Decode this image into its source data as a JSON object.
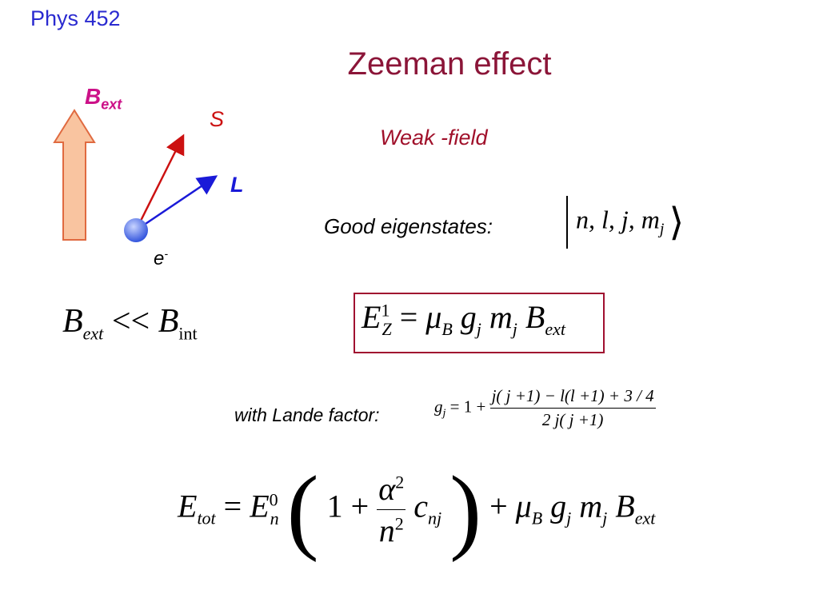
{
  "header": {
    "course": "Phys 452",
    "title": "Zeeman effect",
    "regime": "Weak -field"
  },
  "diagram": {
    "field_label": "B",
    "field_label_sub": "ext",
    "spin_label": "S",
    "orbital_label": "L",
    "electron_label": "e",
    "electron_charge": "-",
    "colors": {
      "field_arrow_fill": "#f9c4a0",
      "field_arrow_stroke": "#e06a40",
      "field_label": "#cc1188",
      "spin": "#cc1111",
      "orbital": "#1a1ad8",
      "electron": "#5577ee"
    }
  },
  "eigenstates": {
    "label": "Good eigenstates:",
    "ket_content": "n, l, j, m",
    "ket_sub": "j"
  },
  "condition": {
    "lhs": "B",
    "lhs_sub": "ext",
    "relation": "<<",
    "rhs": "B",
    "rhs_sub": "int"
  },
  "zeeman_energy": {
    "E": "E",
    "sub": "Z",
    "sup": "1",
    "rhs_mu": "μ",
    "rhs_mu_sub": "B",
    "rhs_g": "g",
    "rhs_g_sub": "j",
    "rhs_m": "m",
    "rhs_m_sub": "j",
    "rhs_B": "B",
    "rhs_B_sub": "ext"
  },
  "lande": {
    "label": "with Lande factor:",
    "lhs": "g",
    "lhs_sub": "j",
    "lead": "= 1 +",
    "numerator": "j( j +1) − l(l +1) + 3 / 4",
    "denominator": "2 j( j +1)"
  },
  "total_energy": {
    "E": "E",
    "E_sub": "tot",
    "eq": "=",
    "E0": "E",
    "E0_sub": "n",
    "E0_sup": "0",
    "one_plus": "1 +",
    "frac_num": "α",
    "frac_num_sup": "2",
    "frac_den": "n",
    "frac_den_sup": "2",
    "c": "c",
    "c_sub": "nj",
    "plus": "+",
    "mu": "μ",
    "mu_sub": "B",
    "g": "g",
    "g_sub": "j",
    "m": "m",
    "m_sub": "j",
    "B": "B",
    "B_sub": "ext"
  }
}
